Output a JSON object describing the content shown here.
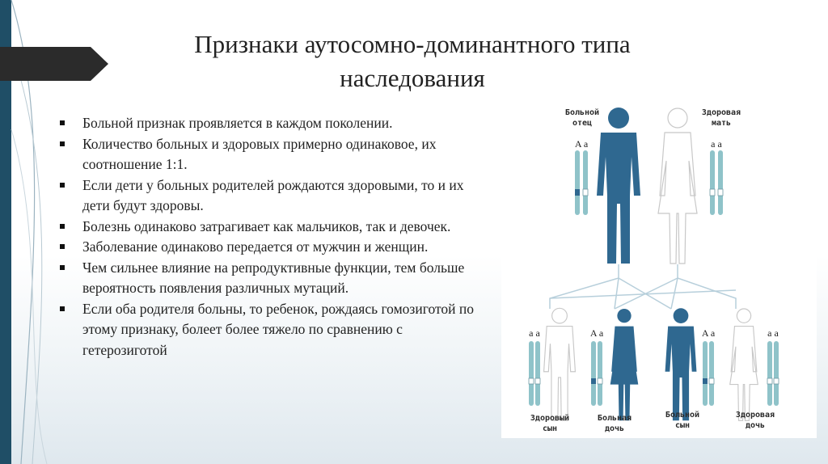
{
  "title": {
    "line1": "Признаки аутосомно-доминантного типа",
    "line2": "наследования"
  },
  "bullets": [
    "Больной признак проявляется в каждом поколении.",
    " Количество больных и здоровых примерно одинаковое, их соотношение 1:1.",
    " Если дети у больных родителей рождаются здоровыми, то и их дети будут здоровы.",
    "Болезнь одинаково затрагивает как мальчиков, так и девочек.",
    " Заболевание одинаково передается от мужчин и женщин.",
    " Чем сильнее влияние на репродуктивные функции, тем больше вероятность появления различных мутаций.",
    " Если оба родителя больны, то ребенок, рождаясь гомозиготой по этому признаку, болеет более тяжело по сравнению с гетерозиготой"
  ],
  "diagram": {
    "parents": {
      "father": {
        "label_1": "Больной",
        "label_2": "отец",
        "alleles": "A a",
        "affected": true
      },
      "mother": {
        "label_1": "Здоровая",
        "label_2": "мать",
        "alleles": "a a",
        "affected": false
      }
    },
    "children": [
      {
        "label_1": "Здоровый",
        "label_2": "сын",
        "alleles": "a a",
        "affected": false
      },
      {
        "label_1": "Больная",
        "label_2": "дочь",
        "alleles": "A a",
        "affected": true
      },
      {
        "label_1": "Больной",
        "label_2": "сын",
        "alleles": "A a",
        "affected": true
      },
      {
        "label_1": "Здоровая",
        "label_2": "дочь",
        "alleles": "a a",
        "affected": false
      }
    ]
  },
  "colors": {
    "affected": "#2f6890",
    "healthy_outline": "#c8c8c8",
    "chromosome": "#8fc3c9",
    "accent_band": "#1f4e66",
    "arrow_tab": "#2b2b2b"
  }
}
